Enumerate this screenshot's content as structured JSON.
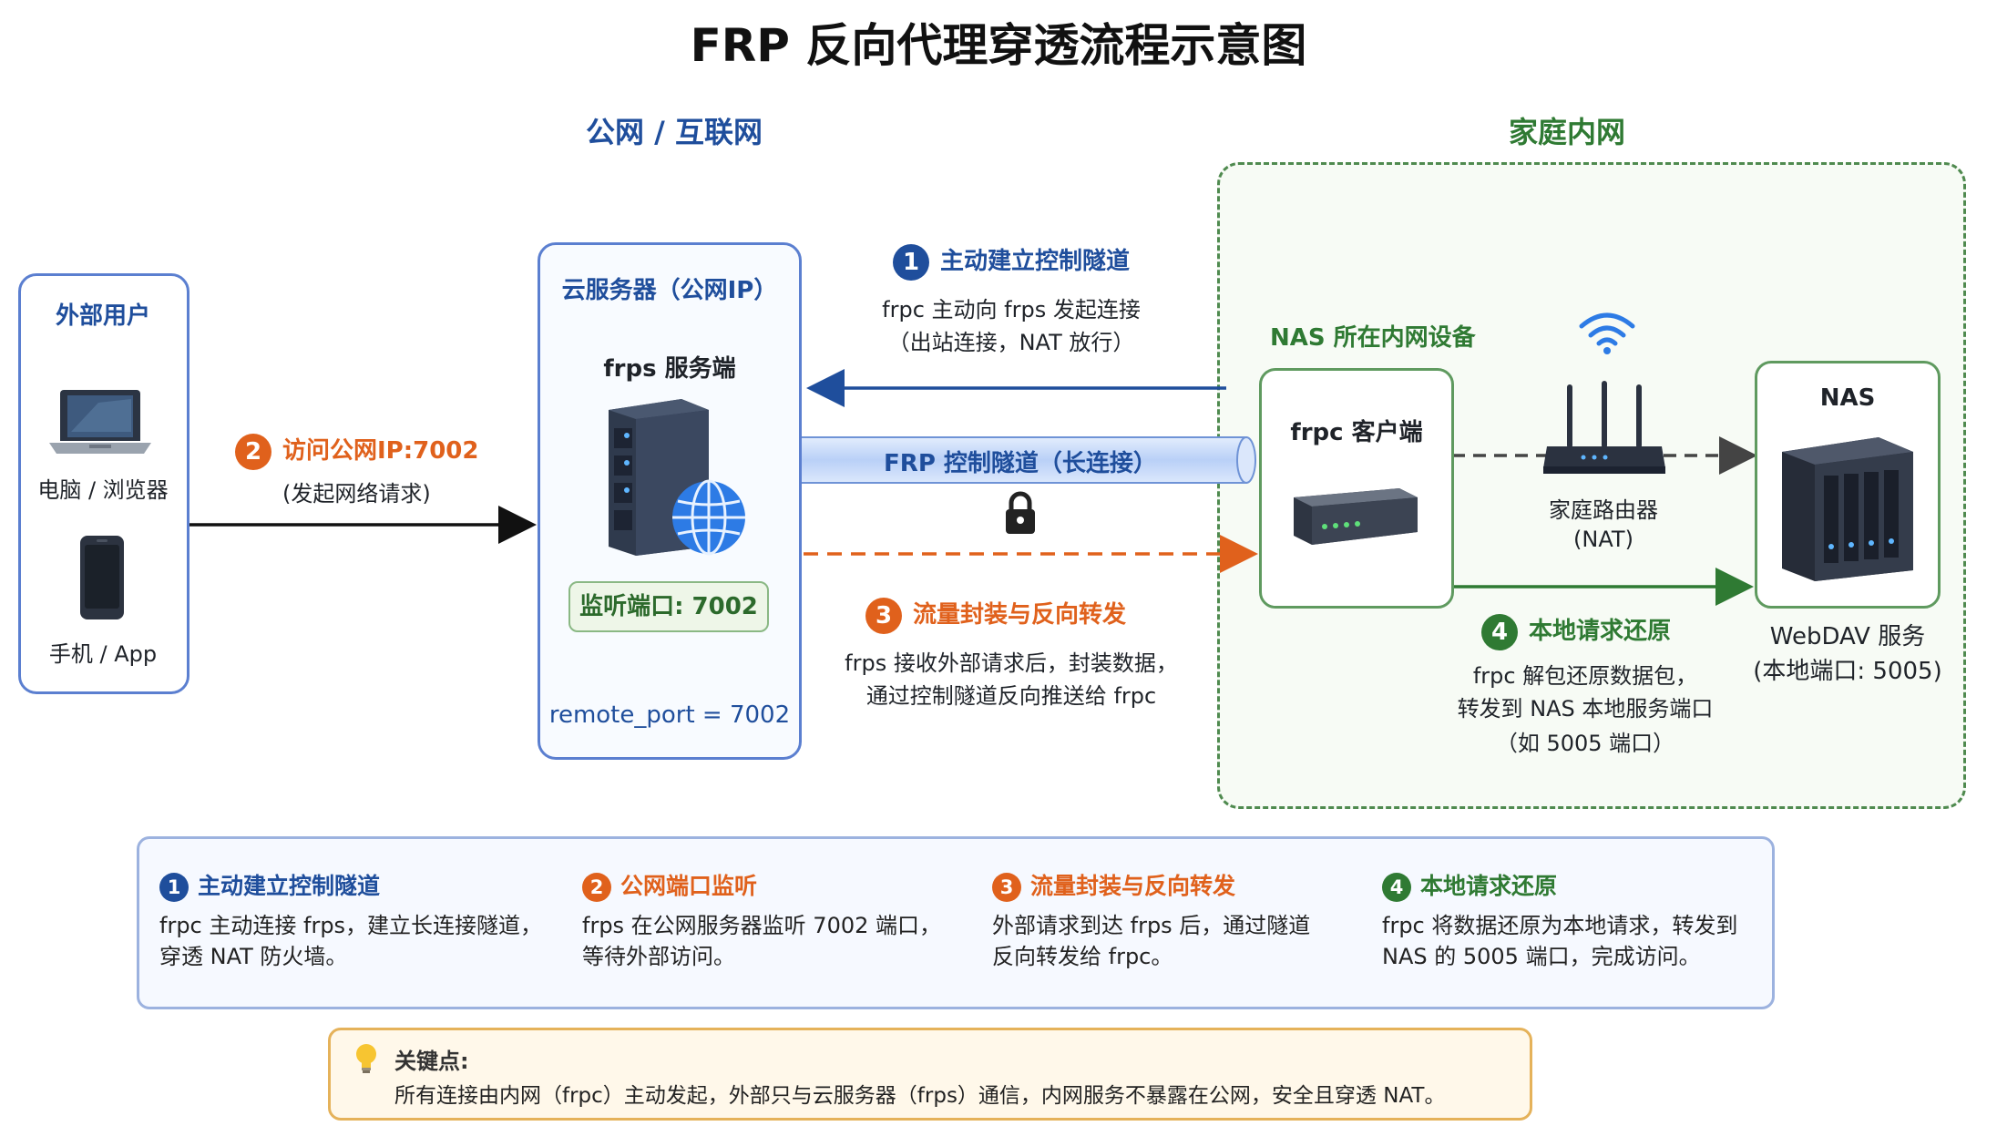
{
  "title": "FRP 反向代理穿透流程示意图",
  "zones": {
    "public": "公网 / 互联网",
    "home": "家庭内网"
  },
  "external_user": {
    "title": "外部用户",
    "laptop_label": "电脑 / 浏览器",
    "phone_label": "手机 / App"
  },
  "step2_flow": {
    "num": "2",
    "title": "访问公网IP:7002",
    "desc": "(发起网络请求)"
  },
  "cloud_server": {
    "title": "云服务器（公网IP）",
    "subtitle": "frps 服务端",
    "port_badge": "监听端口: 7002",
    "remote_port": "remote_port = 7002"
  },
  "step1_flow": {
    "num": "1",
    "title": "主动建立控制隧道",
    "line1": "frpc 主动向 frps 发起连接",
    "line2": "（出站连接，NAT 放行）"
  },
  "tunnel": {
    "label": "FRP 控制隧道（长连接）"
  },
  "step3_flow": {
    "num": "3",
    "title": "流量封装与反向转发",
    "line1": "frps 接收外部请求后，封装数据，",
    "line2": "通过控制隧道反向推送给 frpc"
  },
  "nas_device_group": {
    "title": "NAS 所在内网设备"
  },
  "frpc_client": {
    "title": "frpc 客户端"
  },
  "router": {
    "line1": "家庭路由器",
    "line2": "(NAT)"
  },
  "nas": {
    "title": "NAS",
    "line1": "WebDAV 服务",
    "line2": "(本地端口: 5005)"
  },
  "step4_flow": {
    "num": "4",
    "title": "本地请求还原",
    "line1": "frpc 解包还原数据包，",
    "line2": "转发到 NAS 本地服务端口",
    "line3": "（如 5005 端口）"
  },
  "legend": [
    {
      "num": "1",
      "title": "主动建立控制隧道",
      "line1": "frpc 主动连接 frps，建立长连接隧道，",
      "line2": "穿透 NAT 防火墙。"
    },
    {
      "num": "2",
      "title": "公网端口监听",
      "line1": "frps 在公网服务器监听 7002 端口，",
      "line2": "等待外部访问。"
    },
    {
      "num": "3",
      "title": "流量封装与反向转发",
      "line1": "外部请求到达 frps 后，通过隧道",
      "line2": "反向转发给 frpc。"
    },
    {
      "num": "4",
      "title": "本地请求还原",
      "line1": "frpc 将数据还原为本地请求，转发到",
      "line2": "NAS 的 5005 端口，完成访问。"
    }
  ],
  "key_point": {
    "title": "关键点:",
    "text": "所有连接由内网（frpc）主动发起，外部只与云服务器（frps）通信，内网服务不暴露在公网，安全且穿透 NAT。"
  },
  "colors": {
    "blue": "#1f4e9c",
    "orange": "#e0611c",
    "green": "#2f7a33",
    "tunnel": "#cfe0fb"
  },
  "icons": [
    "laptop-icon",
    "phone-icon",
    "server-icon",
    "globe-icon",
    "lock-icon",
    "wifi-icon",
    "router-icon",
    "frpc-box-icon",
    "nas-icon",
    "lightbulb-icon"
  ]
}
